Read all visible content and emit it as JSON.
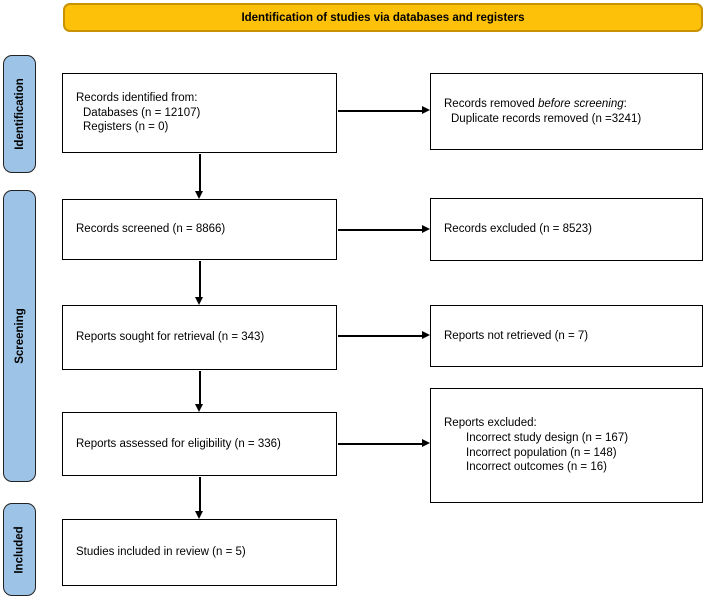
{
  "banner": {
    "title": "Identification of studies via databases and registers"
  },
  "stages": [
    {
      "label": "Identification"
    },
    {
      "label": "Screening"
    },
    {
      "label": "Included"
    }
  ],
  "boxes": {
    "records_identified": {
      "line1": "Records identified from:",
      "line2": "Databases (n = 12107)",
      "line3": "Registers (n = 0)"
    },
    "records_removed": {
      "prefix": "Records removed ",
      "italic": "before screening",
      "suffix": ":",
      "line2": "Duplicate records removed (n =3241)"
    },
    "records_screened": {
      "label": "Records screened (n = 8866)"
    },
    "records_excluded": {
      "label": "Records excluded (n = 8523)"
    },
    "reports_sought": {
      "label": "Reports sought for retrieval (n = 343)"
    },
    "reports_not_retrieved": {
      "label": "Reports not retrieved (n = 7)"
    },
    "reports_assessed": {
      "label": "Reports assessed for eligibility (n = 336)"
    },
    "reports_excluded": {
      "line1": "Reports excluded:",
      "line2": "Incorrect study design (n = 167)",
      "line3": "Incorrect population (n = 148)",
      "line4": "Incorrect outcomes (n = 16)"
    },
    "studies_included": {
      "label": "Studies included in review (n = 5)"
    }
  },
  "colors": {
    "banner_fill": "#FDC10A",
    "banner_border": "#C89200",
    "stage_fill": "#9DC3E6",
    "stage_border": "#222222",
    "box_border": "#000000",
    "arrow": "#000000"
  }
}
